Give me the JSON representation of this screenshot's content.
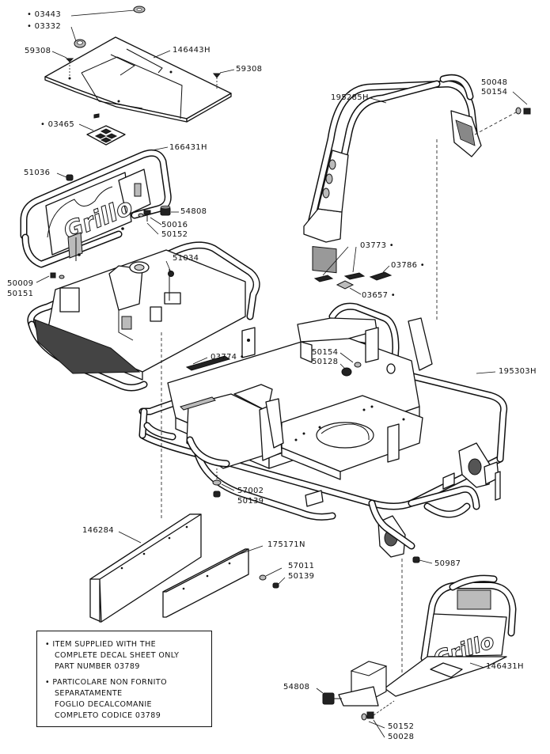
{
  "labels": [
    {
      "id": "03443",
      "text": "• 03443"
    },
    {
      "id": "03332",
      "text": "• 03332"
    },
    {
      "id": "59308a",
      "text": "59308"
    },
    {
      "id": "146443H",
      "text": "146443H"
    },
    {
      "id": "59308b",
      "text": "59308"
    },
    {
      "id": "195285H",
      "text": "195285H"
    },
    {
      "id": "50048",
      "text": "50048"
    },
    {
      "id": "50154a",
      "text": "50154"
    },
    {
      "id": "03465",
      "text": "• 03465"
    },
    {
      "id": "166431H",
      "text": "166431H"
    },
    {
      "id": "51036",
      "text": "51036"
    },
    {
      "id": "54808a",
      "text": "54808"
    },
    {
      "id": "50016",
      "text": "50016"
    },
    {
      "id": "50152a",
      "text": "50152"
    },
    {
      "id": "51034",
      "text": "51034"
    },
    {
      "id": "03773",
      "text": "03773 •"
    },
    {
      "id": "03786",
      "text": "03786 •"
    },
    {
      "id": "50009",
      "text": "50009"
    },
    {
      "id": "50151",
      "text": "50151"
    },
    {
      "id": "03657",
      "text": "03657 •"
    },
    {
      "id": "50154b",
      "text": "50154"
    },
    {
      "id": "50128",
      "text": "50128"
    },
    {
      "id": "03774",
      "text": "03774 •"
    },
    {
      "id": "195303H",
      "text": "195303H"
    },
    {
      "id": "57002",
      "text": "57002"
    },
    {
      "id": "50139a",
      "text": "50139"
    },
    {
      "id": "146284",
      "text": "146284"
    },
    {
      "id": "175171N",
      "text": "175171N"
    },
    {
      "id": "57011",
      "text": "57011"
    },
    {
      "id": "50139b",
      "text": "50139"
    },
    {
      "id": "50987",
      "text": "50987"
    },
    {
      "id": "146431H",
      "text": "146431H"
    },
    {
      "id": "54808b",
      "text": "54808"
    },
    {
      "id": "50152b",
      "text": "50152"
    },
    {
      "id": "50028",
      "text": "50028"
    }
  ],
  "notes": {
    "en": [
      "•  ITEM SUPPLIED WITH THE",
      "COMPLETE DECAL SHEET ONLY",
      "PART NUMBER 03789"
    ],
    "it": [
      "•  PARTICOLARE NON FORNITO",
      "SEPARATAMENTE",
      "FOGLIO DECALCOMANIE",
      "COMPLETO CODICE 03789"
    ]
  },
  "logos": {
    "rear_guard": "Grillo",
    "front_guard": "Grillo"
  }
}
